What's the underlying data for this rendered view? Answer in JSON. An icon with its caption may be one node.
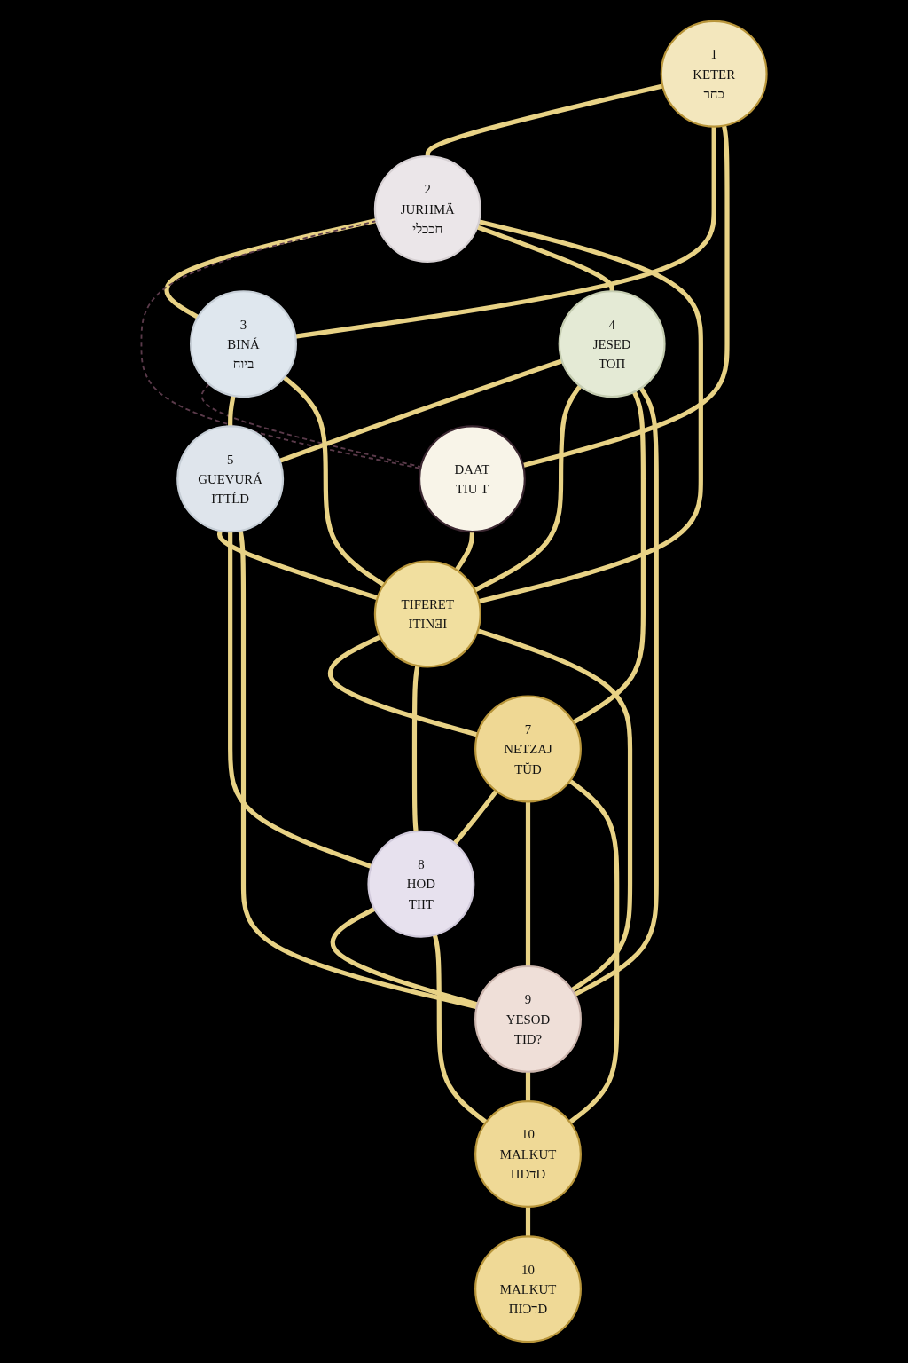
{
  "diagram": {
    "nodes": [
      {
        "text": [
          "1",
          "KETER",
          "כחר"
        ]
      },
      {
        "text": [
          "2",
          "JURHMÄ",
          "חככלי"
        ]
      },
      {
        "text": [
          "3",
          "BINÁ",
          "ביוח"
        ]
      },
      {
        "text": [
          "DAAT",
          "TIU T"
        ]
      },
      {
        "text": [
          "4",
          "JESED",
          "TOΠ"
        ]
      },
      {
        "text": [
          "5",
          "GUEVURÁ",
          "ITTĹD"
        ]
      },
      {
        "text": [
          "TIFERET",
          "ITINƎI"
        ]
      },
      {
        "text": [
          "7",
          "NETZAJ",
          "TŬD"
        ]
      },
      {
        "text": [
          "8",
          "HOD",
          "TIIT"
        ]
      },
      {
        "text": [
          "9",
          "YESOD",
          "TID?"
        ]
      },
      {
        "text": [
          "10",
          "MALKUT",
          "ΠDדD"
        ]
      },
      {
        "text": [
          "10",
          "MALKUT",
          "ΠIƆדD"
        ]
      }
    ],
    "edges": [
      {
        "from": 0,
        "to": 1,
        "arrow": "none"
      },
      {
        "from": 0,
        "to": 2,
        "arrow": "none"
      },
      {
        "from": 0,
        "to": 3,
        "arrow": "none"
      },
      {
        "from": 1,
        "to": 2,
        "arrow": "none"
      },
      {
        "from": 1,
        "to": 3,
        "arrow": "none",
        "style": "dashed",
        "color": "#5a3a4a"
      },
      {
        "from": 2,
        "to": 3,
        "arrow": "none",
        "style": "dashed",
        "color": "#5a3a4a"
      },
      {
        "from": 1,
        "to": 4,
        "arrow": "none"
      },
      {
        "from": 2,
        "to": 5,
        "arrow": "none"
      },
      {
        "from": 1,
        "to": 6,
        "arrow": "none"
      },
      {
        "from": 2,
        "to": 6,
        "arrow": "none"
      },
      {
        "from": 3,
        "to": 6,
        "arrow": "none"
      },
      {
        "from": 4,
        "to": 5,
        "arrow": "none"
      },
      {
        "from": 4,
        "to": 6,
        "arrow": "none"
      },
      {
        "from": 5,
        "to": 6,
        "arrow": "none"
      },
      {
        "from": 4,
        "to": 7,
        "arrow": "none"
      },
      {
        "from": 5,
        "to": 8,
        "arrow": "none"
      },
      {
        "from": 4,
        "to": 9,
        "arrow": "none"
      },
      {
        "from": 5,
        "to": 9,
        "arrow": "none"
      },
      {
        "from": 6,
        "to": 7,
        "arrow": "none"
      },
      {
        "from": 6,
        "to": 8,
        "arrow": "none"
      },
      {
        "from": 6,
        "to": 9,
        "arrow": "none"
      },
      {
        "from": 7,
        "to": 8,
        "arrow": "none"
      },
      {
        "from": 7,
        "to": 9,
        "arrow": "none"
      },
      {
        "from": 8,
        "to": 9,
        "arrow": "none"
      },
      {
        "from": 7,
        "to": 10,
        "arrow": "none"
      },
      {
        "from": 8,
        "to": 10,
        "arrow": "none"
      },
      {
        "from": 9,
        "to": 10,
        "arrow": "none"
      },
      {
        "from": 10,
        "to": 11,
        "arrow": "none"
      }
    ]
  }
}
